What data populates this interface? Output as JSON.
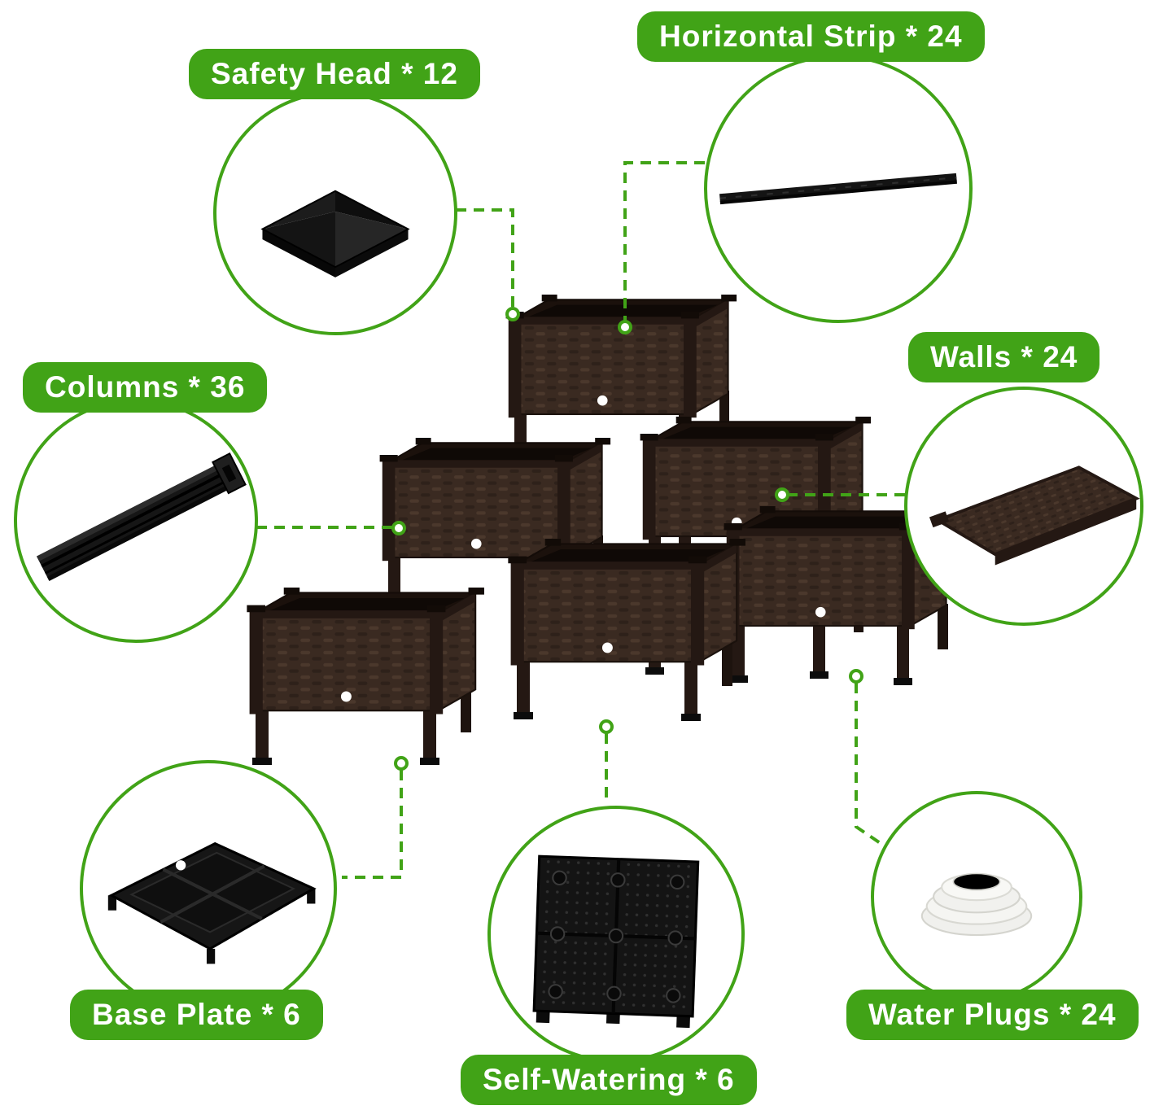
{
  "colors": {
    "accent_green": "#41a317",
    "planter_brown": "#3a2a21",
    "part_black": "#151515",
    "water_plug_white": "#f4f4f1"
  },
  "parts": [
    {
      "label": "Safety Head * 12",
      "icon": "safety-head-cap-icon"
    },
    {
      "label": "Horizontal Strip * 24",
      "icon": "horizontal-strip-icon"
    },
    {
      "label": "Columns * 36",
      "icon": "column-post-icon"
    },
    {
      "label": "Walls * 24",
      "icon": "wall-panel-icon"
    },
    {
      "label": "Base Plate * 6",
      "icon": "base-plate-icon"
    },
    {
      "label": "Self-Watering * 6",
      "icon": "self-watering-plate-icon"
    },
    {
      "label": "Water Plugs * 24",
      "icon": "water-plug-icon"
    }
  ]
}
